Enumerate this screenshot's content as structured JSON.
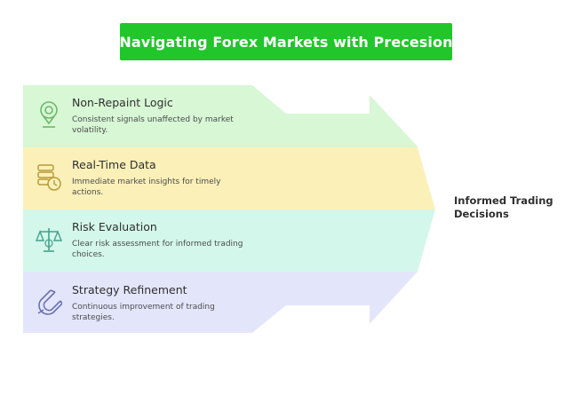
{
  "title": "Navigating Forex Markets with Precesion",
  "colors": {
    "title_bg": "#20c62a",
    "band_green": "#d7f7d5",
    "band_yellow": "#fbf0b8",
    "band_teal": "#d3f7ea",
    "band_lavender": "#e3e6fb",
    "icon_green": "#6eb86a",
    "icon_yellow": "#b79a3c",
    "icon_teal": "#46a18a",
    "icon_lavender": "#6a70b5"
  },
  "items": [
    {
      "label": "Non-Repaint Logic",
      "description": "Consistent signals unaffected by market volatility.",
      "icon": "location-pin-icon"
    },
    {
      "label": "Real-Time Data",
      "description": "Immediate market insights for timely actions.",
      "icon": "database-clock-icon"
    },
    {
      "label": "Risk Evaluation",
      "description": "Clear risk assessment for informed trading choices.",
      "icon": "balance-scale-icon"
    },
    {
      "label": "Strategy Refinement",
      "description": "Continuous improvement of trading strategies.",
      "icon": "magnet-icon"
    }
  ],
  "outcome": {
    "line1": "Informed Trading",
    "line2": "Decisions"
  }
}
